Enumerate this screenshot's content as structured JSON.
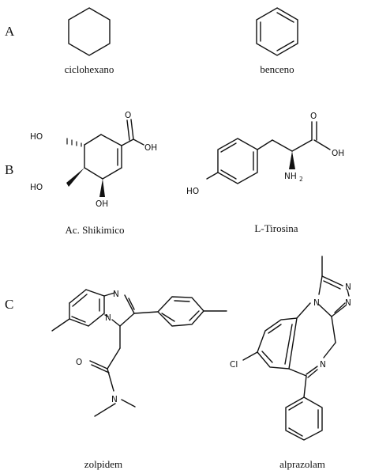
{
  "sections": {
    "a": {
      "letter": "A"
    },
    "b": {
      "letter": "B"
    },
    "c": {
      "letter": "C"
    }
  },
  "molecules": {
    "ciclohexano": {
      "name": "ciclohexano"
    },
    "benceno": {
      "name": "benceno"
    },
    "shikimico": {
      "name": "Ac. Shikimico",
      "labels": {
        "oh_top": "HO",
        "oh_mid": "HO",
        "oh_bottom": "OH",
        "o_carbonyl": "O",
        "oh_acid": "OH"
      }
    },
    "tirosina": {
      "name": "L-Tirosina",
      "labels": {
        "ho_phenol": "HO",
        "o_carbonyl": "O",
        "oh_acid": "OH",
        "nh": "NH",
        "nh_sub": "2"
      }
    },
    "zolpidem": {
      "name": "zolpidem",
      "labels": {
        "n_imine": "N",
        "n_bridge": "N",
        "o_amide": "O",
        "n_amide": "N"
      }
    },
    "alprazolam": {
      "name": "alprazolam",
      "labels": {
        "n_triazole_top": "N",
        "n_triazole_right": "N",
        "n_ring": "N",
        "n_imine": "N",
        "cl": "Cl"
      }
    }
  },
  "colors": {
    "ink": "#111111",
    "background": "#ffffff"
  }
}
